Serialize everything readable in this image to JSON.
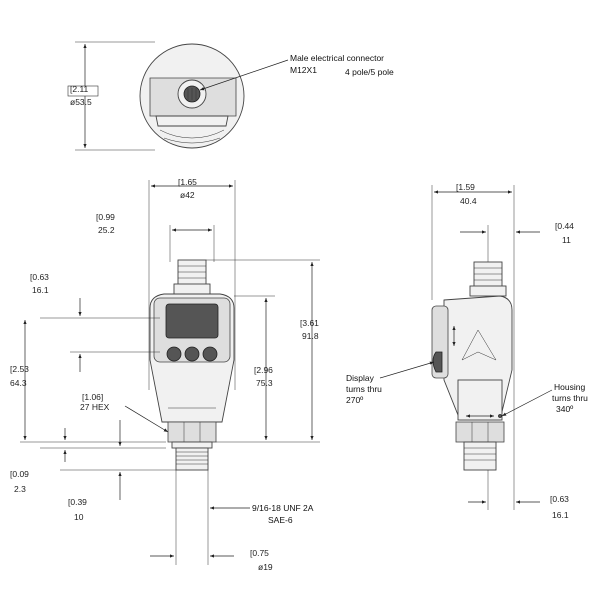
{
  "labels": {
    "connector_title": "Male electrical connector",
    "connector_spec": "M12X1",
    "connector_poles": "4 pole/5 pole",
    "display_1": "Display",
    "display_2": "turns thru",
    "display_3": "270º",
    "housing_1": "Housing",
    "housing_2": "turns thru",
    "housing_3": "340º",
    "thread_1": "9/16-18 UNF 2A",
    "thread_2": "SAE-6"
  },
  "dimensions": {
    "top_dia_in": "[2.11",
    "top_dia_mm": "ø53.5",
    "width_in": "[1.65",
    "width_mm": "ø42",
    "connector_in": "[0.99",
    "connector_mm": "25.2",
    "disp_h_in": "[0.63",
    "disp_h_mm": "16.1",
    "height_in": "[3.61",
    "height_mm": "91.8",
    "lower_in": "[2.53",
    "lower_mm": "64.3",
    "mid_in": "[2.96",
    "mid_mm": "75.3",
    "hex_in": "[1.06]",
    "hex_label": "27 HEX",
    "gap_in": "[0.09",
    "gap_mm": "2.3",
    "thread_len_in": "[0.39",
    "thread_len_mm": "10",
    "bottom_in": "[0.75",
    "bottom_mm": "ø19",
    "side_w_in": "[1.59",
    "side_w_mm": "40.4",
    "side_top_in": "[0.44",
    "side_top_mm": "11",
    "side_bot_in": "[0.63",
    "side_bot_mm": "16.1"
  }
}
